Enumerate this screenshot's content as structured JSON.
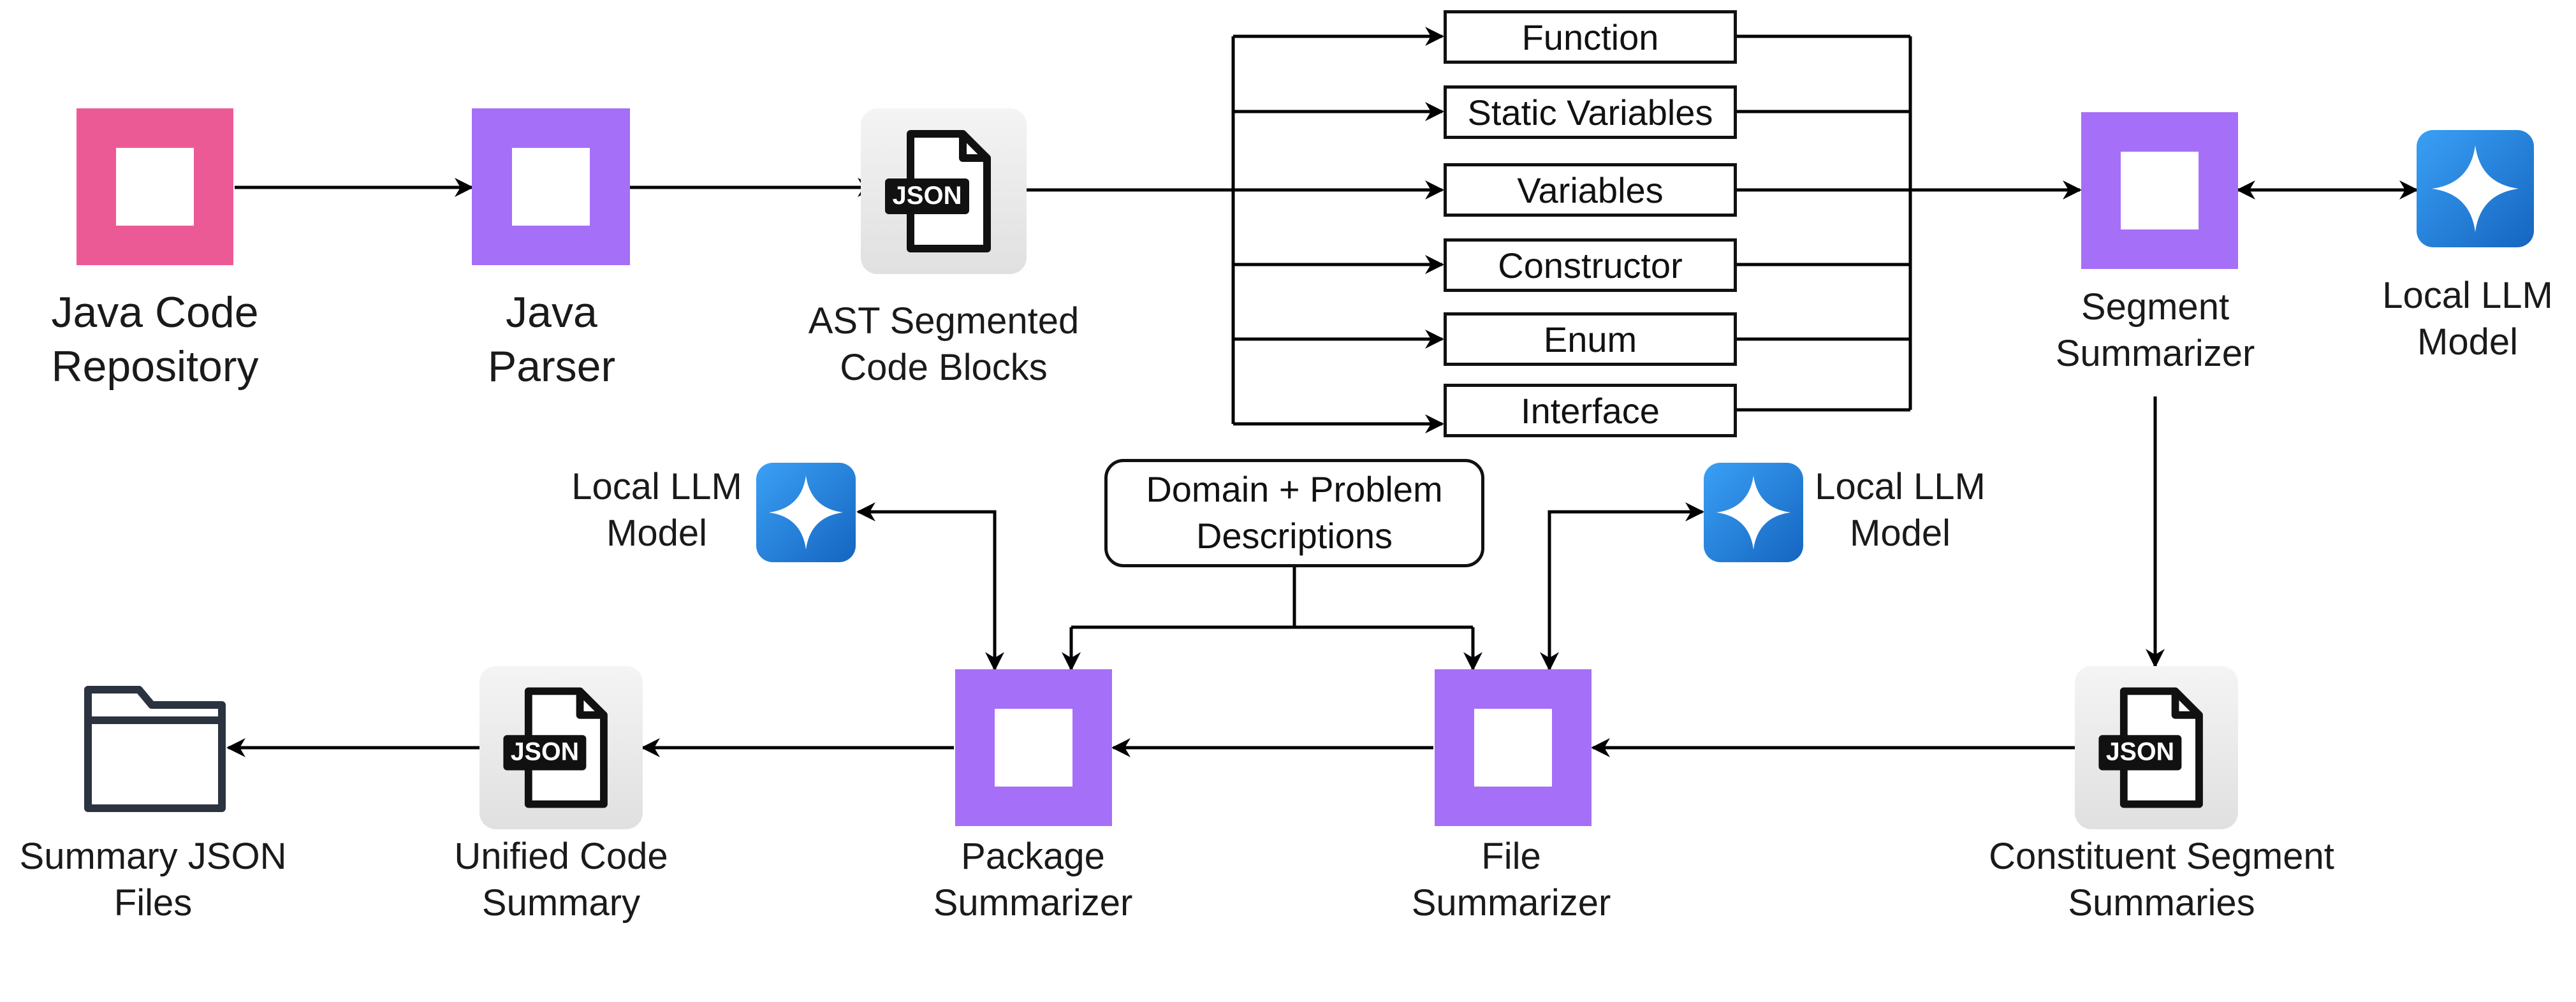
{
  "nodes": {
    "repo": "Java Code Repository",
    "parser": "Java Parser",
    "ast": "AST Segmented Code Blocks",
    "seg_summarizer": "Segment Summarizer",
    "llm_top": "Local LLM Model",
    "llm_left": "Local LLM Model",
    "llm_mid": "Local LLM Model",
    "domain": "Domain + Problem Descriptions",
    "package_summarizer": "Package Summarizer",
    "file_summarizer": "File Summarizer",
    "constituent": "Constituent Segment Summaries",
    "unified": "Unified Code Summary",
    "summary_files": "Summary JSON Files"
  },
  "lines": {
    "repo": [
      "Java Code",
      "Repository"
    ],
    "parser": [
      "Java",
      "Parser"
    ],
    "ast": [
      "AST Segmented",
      "Code Blocks"
    ],
    "seg_summarizer": [
      "Segment",
      "Summarizer"
    ],
    "llm": [
      "Local LLM",
      "Model"
    ],
    "domain": [
      "Domain + Problem",
      "Descriptions"
    ],
    "package_summarizer": [
      "Package",
      "Summarizer"
    ],
    "file_summarizer": [
      "File",
      "Summarizer"
    ],
    "constituent": [
      "Constituent Segment",
      "Summaries"
    ],
    "unified": [
      "Unified Code",
      "Summary"
    ],
    "summary_files": [
      "Summary JSON",
      "Files"
    ]
  },
  "segments": [
    "Function",
    "Static Variables",
    "Variables",
    "Constructor",
    "Enum",
    "Interface"
  ],
  "icons": {
    "json_badge": "JSON",
    "summarizer": "purple-square-icon",
    "repo": "pink-square-icon",
    "llm": "sparkle-icon",
    "folder": "folder-icon",
    "json": "json-file-icon"
  },
  "colors": {
    "pink": "#ec5a96",
    "purple": "#a66ff7",
    "llm_blue": "#1e88e5",
    "line": "#000000"
  }
}
